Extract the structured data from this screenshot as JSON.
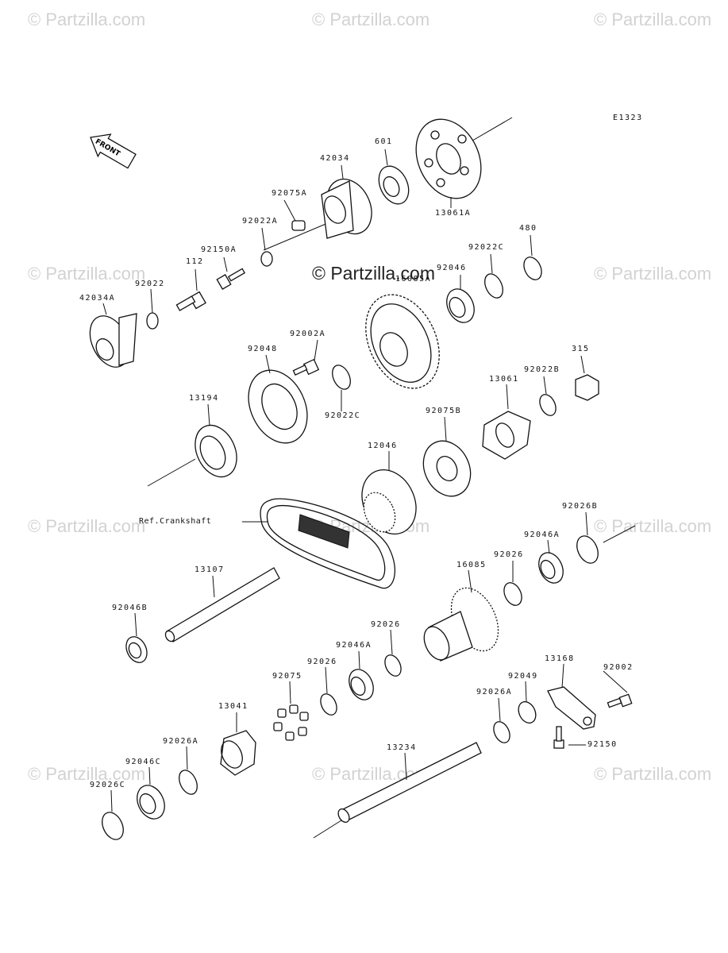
{
  "diagram_code": "E1323",
  "front_label": "FRONT",
  "watermark": {
    "repeat_text": "© Partzilla.com",
    "center_text": "© Partzilla.com"
  },
  "reference": "Ref.Crankshaft",
  "parts": [
    {
      "key": "601",
      "label": "601"
    },
    {
      "key": "13061a",
      "label": "13061A"
    },
    {
      "key": "42034",
      "label": "42034"
    },
    {
      "key": "92075a",
      "label": "92075A"
    },
    {
      "key": "92022a",
      "label": "92022A"
    },
    {
      "key": "480",
      "label": "480"
    },
    {
      "key": "92022c_top",
      "label": "92022C"
    },
    {
      "key": "92150a",
      "label": "92150A"
    },
    {
      "key": "112",
      "label": "112"
    },
    {
      "key": "92046",
      "label": "92046"
    },
    {
      "key": "16085a",
      "label": "16085A"
    },
    {
      "key": "92022",
      "label": "92022"
    },
    {
      "key": "42034a",
      "label": "42034A"
    },
    {
      "key": "92002a",
      "label": "92002A"
    },
    {
      "key": "92048",
      "label": "92048"
    },
    {
      "key": "315",
      "label": "315"
    },
    {
      "key": "92022b",
      "label": "92022B"
    },
    {
      "key": "13061",
      "label": "13061"
    },
    {
      "key": "92022c_mid",
      "label": "92022C"
    },
    {
      "key": "13194",
      "label": "13194"
    },
    {
      "key": "92075b",
      "label": "92075B"
    },
    {
      "key": "12046",
      "label": "12046"
    },
    {
      "key": "92026b",
      "label": "92026B"
    },
    {
      "key": "92046a_right",
      "label": "92046A"
    },
    {
      "key": "92026_right",
      "label": "92026"
    },
    {
      "key": "16085",
      "label": "16085"
    },
    {
      "key": "13107",
      "label": "13107"
    },
    {
      "key": "92046b",
      "label": "92046B"
    },
    {
      "key": "92026_mid",
      "label": "92026"
    },
    {
      "key": "92046a_mid",
      "label": "92046A"
    },
    {
      "key": "92026_left",
      "label": "92026"
    },
    {
      "key": "92075",
      "label": "92075"
    },
    {
      "key": "13168",
      "label": "13168"
    },
    {
      "key": "92002",
      "label": "92002"
    },
    {
      "key": "92049",
      "label": "92049"
    },
    {
      "key": "92026a_right",
      "label": "92026A"
    },
    {
      "key": "13041",
      "label": "13041"
    },
    {
      "key": "92026a_left",
      "label": "92026A"
    },
    {
      "key": "92150",
      "label": "92150"
    },
    {
      "key": "13234",
      "label": "13234"
    },
    {
      "key": "92046c",
      "label": "92046C"
    },
    {
      "key": "92026c",
      "label": "92026C"
    }
  ]
}
